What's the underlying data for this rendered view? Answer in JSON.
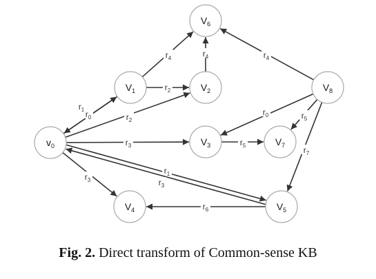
{
  "nodes": [
    {
      "id": "v0",
      "base": "v",
      "sub": "0"
    },
    {
      "id": "v1",
      "base": "V",
      "sub": "1"
    },
    {
      "id": "v2",
      "base": "V",
      "sub": "2"
    },
    {
      "id": "v3",
      "base": "V",
      "sub": "3"
    },
    {
      "id": "v4",
      "base": "V",
      "sub": "4"
    },
    {
      "id": "v5",
      "base": "V",
      "sub": "5"
    },
    {
      "id": "v6",
      "base": "V",
      "sub": "6"
    },
    {
      "id": "v7",
      "base": "V",
      "sub": "7"
    },
    {
      "id": "v8",
      "base": "V",
      "sub": "8"
    }
  ],
  "edges": [
    {
      "from": "v0",
      "to": "v1",
      "label": "r",
      "sub": "1"
    },
    {
      "from": "v1",
      "to": "v0",
      "label": "r",
      "sub": "0"
    },
    {
      "from": "v0",
      "to": "v2",
      "label": "r",
      "sub": "2"
    },
    {
      "from": "v0",
      "to": "v3",
      "label": "r",
      "sub": "3"
    },
    {
      "from": "v0",
      "to": "v4",
      "label": "r",
      "sub": "3"
    },
    {
      "from": "v0",
      "to": "v5",
      "label": "r",
      "sub": "1"
    },
    {
      "from": "v5",
      "to": "v0",
      "label": "r",
      "sub": "3"
    },
    {
      "from": "v1",
      "to": "v2",
      "label": "r",
      "sub": "2"
    },
    {
      "from": "v1",
      "to": "v6",
      "label": "r",
      "sub": "4"
    },
    {
      "from": "v2",
      "to": "v6",
      "label": "r",
      "sub": "4"
    },
    {
      "from": "v8",
      "to": "v6",
      "label": "r",
      "sub": "4"
    },
    {
      "from": "v8",
      "to": "v3",
      "label": "r",
      "sub": "0"
    },
    {
      "from": "v8",
      "to": "v7",
      "label": "r",
      "sub": "5"
    },
    {
      "from": "v8",
      "to": "v5",
      "label": "r",
      "sub": "7"
    },
    {
      "from": "v3",
      "to": "v7",
      "label": "r",
      "sub": "5"
    },
    {
      "from": "v5",
      "to": "v4",
      "label": "r",
      "sub": "6"
    }
  ],
  "caption": {
    "number": "Fig. 2.",
    "text": "Direct transform of Common-sense KB"
  }
}
